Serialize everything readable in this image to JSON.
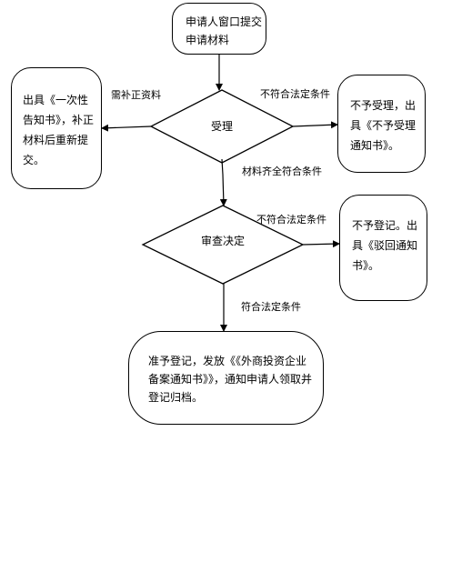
{
  "nodes": {
    "start": "申请人窗口提交申请材料",
    "accept": "受理",
    "supplement": "出具《一次性告知书》，补正材料后重新提交。",
    "reject_accept": "不予受理，出具《不予受理通知书》。",
    "review": "审查决定",
    "reject_register": "不予登记。出具《驳回通知书》。",
    "approve": "准予登记，发放《《外商投资企业备案通知书》》，通知申请人领取并登记归档。"
  },
  "edges": {
    "need_supplement": "需补正资料",
    "not_meet_1": "不符合法定条件",
    "complete": "材料齐全符合条件",
    "not_meet_2": "不符合法定条件",
    "meet": "符合法定条件"
  }
}
